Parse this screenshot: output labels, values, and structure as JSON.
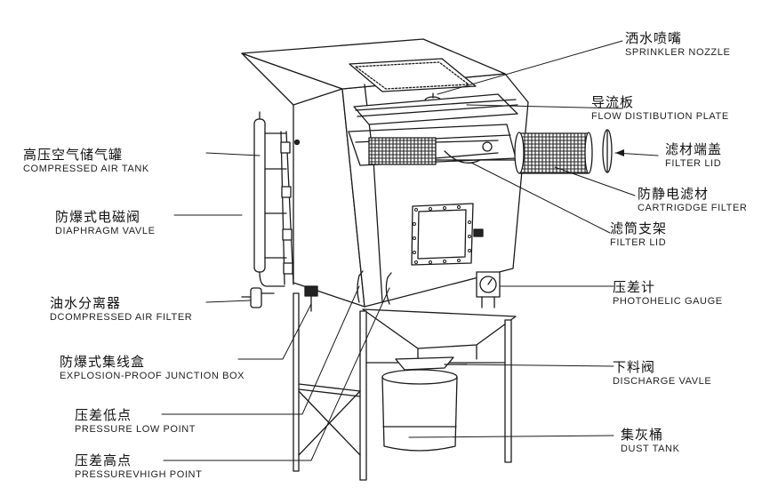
{
  "labels": {
    "sprinkler_nozzle": {
      "zh": "洒水喷嘴",
      "en": "SPRINKLER NOZZLE"
    },
    "flow_plate": {
      "zh": "导流板",
      "en": "FLOW DISTIBUTION PLATE"
    },
    "filter_lid_end": {
      "zh": "滤材端盖",
      "en": "FILTER LID"
    },
    "cartridge_filter": {
      "zh": "防静电滤材",
      "en": "CARTRIGDGE FILTER"
    },
    "filter_holder": {
      "zh": "滤筒支架",
      "en": "FILTER  LID"
    },
    "gauge": {
      "zh": "压差计",
      "en": "PHOTOHELIC GAUGE"
    },
    "discharge_valve": {
      "zh": "下料阀",
      "en": "DISCHARGE VAVLE"
    },
    "dust_tank": {
      "zh": "集灰桶",
      "en": "DUST TANK"
    },
    "air_tank": {
      "zh": "高压空气储气罐",
      "en": "COMPRESSED AIR TANK"
    },
    "diaphragm_valve": {
      "zh": "防爆式电磁阀",
      "en": "DIAPHRAGM VAVLE"
    },
    "air_filter": {
      "zh": "油水分离器",
      "en": "DCOMPRESSED AIR FILTER"
    },
    "junction_box": {
      "zh": "防爆式集线盒",
      "en": "EXPLOSION-PROOF JUNCTION BOX"
    },
    "pressure_low": {
      "zh": "压差低点",
      "en": "PRESSURE LOW POINT"
    },
    "pressure_high": {
      "zh": "压差高点",
      "en": "PRESSUREVHIGH POINT"
    }
  },
  "colors": {
    "line": "#1a1a1a",
    "hatch": "#333333",
    "background": "#ffffff"
  }
}
